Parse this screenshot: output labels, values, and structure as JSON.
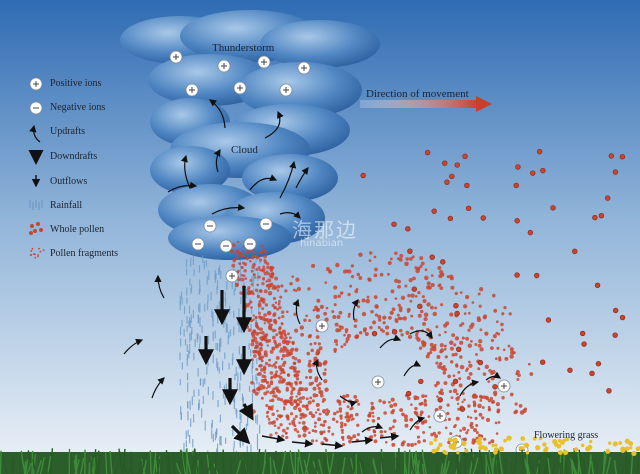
{
  "labels": {
    "thunderstorm": "Thunderstorm",
    "cloud": "Cloud",
    "direction": "Direction of movement",
    "flowering_grass": "Flowering grass"
  },
  "legend": [
    {
      "key": "positive",
      "label": "Positive ions"
    },
    {
      "key": "negative",
      "label": "Negative ions"
    },
    {
      "key": "updraft",
      "label": "Updrafts"
    },
    {
      "key": "downdraft",
      "label": "Downdrafts"
    },
    {
      "key": "outflow",
      "label": "Outflows"
    },
    {
      "key": "rainfall",
      "label": "Rainfall"
    },
    {
      "key": "whole",
      "label": "Whole pollen"
    },
    {
      "key": "fragments",
      "label": "Pollen fragments"
    }
  ],
  "watermark": {
    "text": "海那边",
    "sub": "hinabian"
  },
  "colors": {
    "sky_top": "#2f6bb3",
    "sky_bottom": "#e9f0f7",
    "cloud": "#3f77b8",
    "cloud_light": "#8fb6de",
    "pollen": "#c9452f",
    "rain": "#6f9bc6",
    "arrow": "#111111",
    "grass": "#2e6b2c",
    "flower": "#e8c02a",
    "direction_arrow": "#c8402c"
  }
}
